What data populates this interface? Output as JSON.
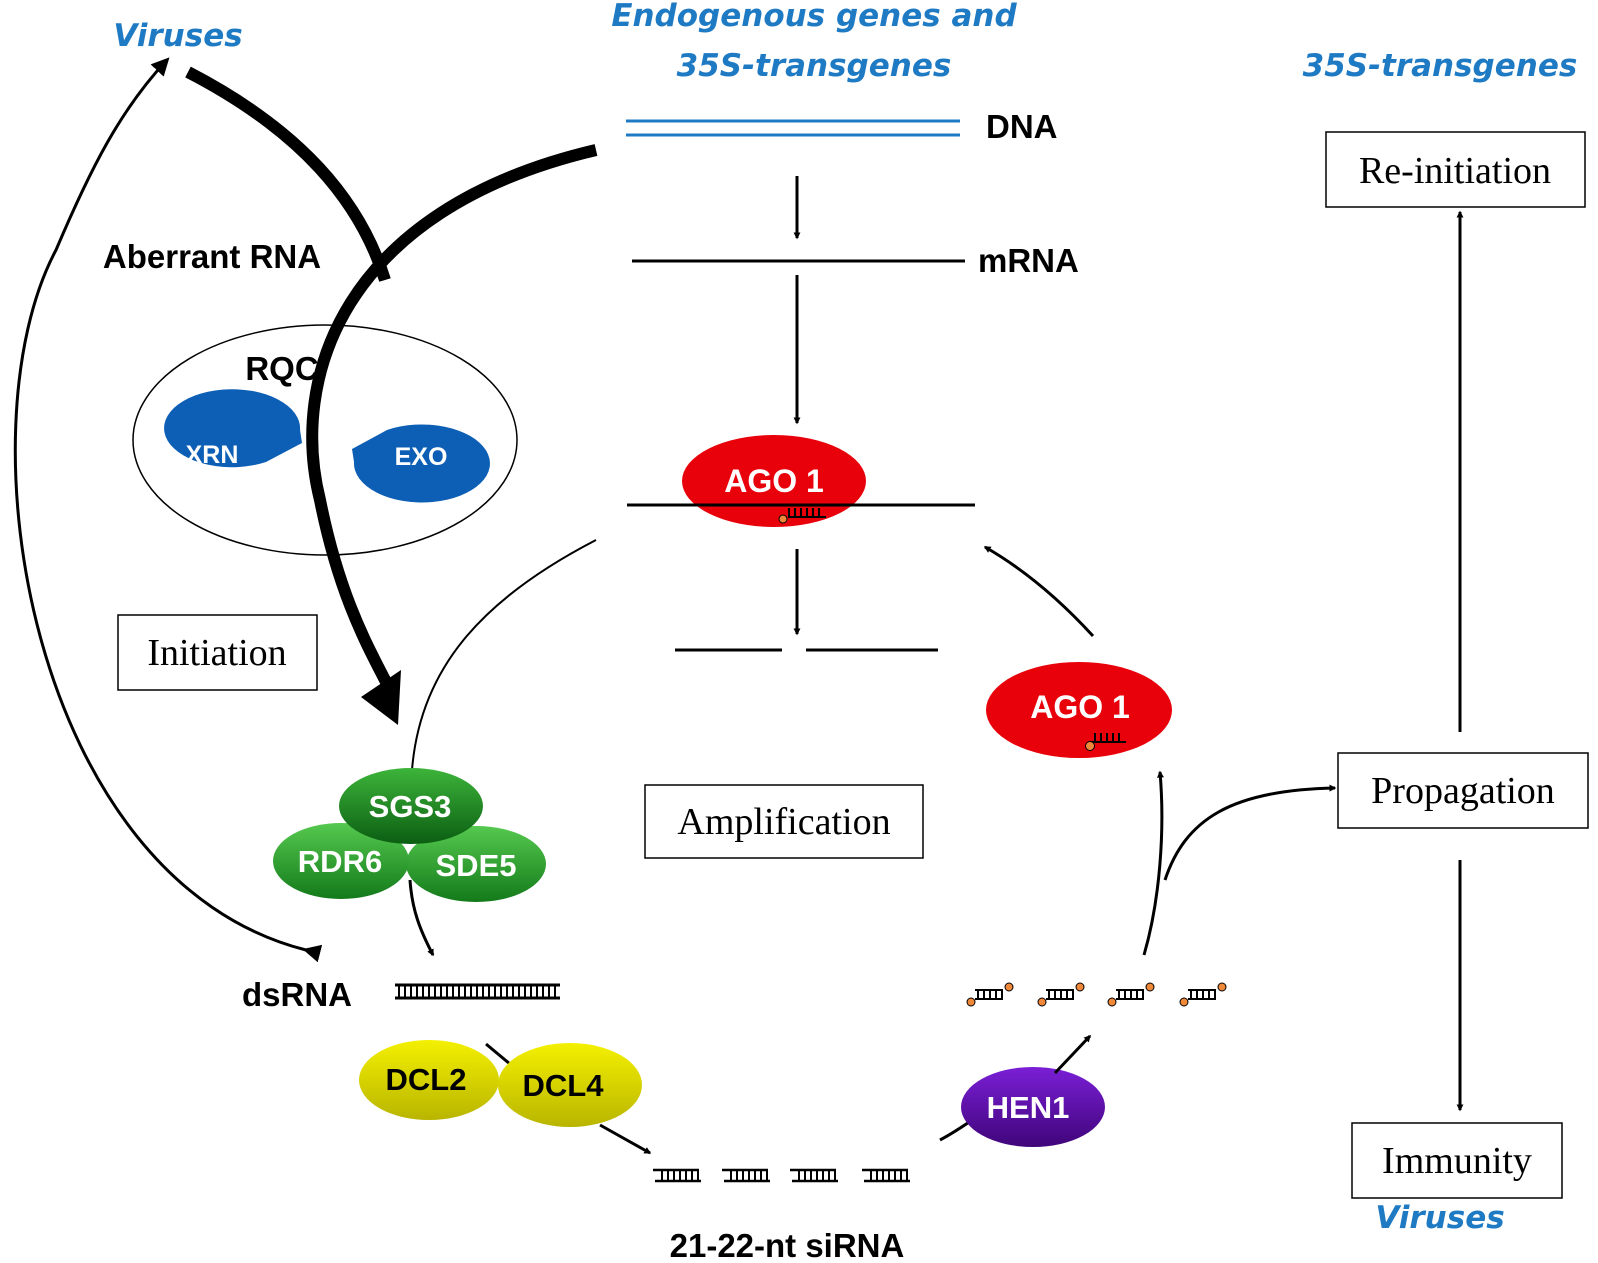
{
  "sources": {
    "viruses_top": "Viruses",
    "endogenous_line1": "Endogenous genes and",
    "endogenous_line2": "35S-transgenes",
    "transgenes_right": "35S-transgenes",
    "viruses_bottom": "Viruses"
  },
  "molecules": {
    "dna": "DNA",
    "mrna": "mRNA",
    "aberrant_rna": "Aberrant RNA",
    "dsrna": "dsRNA",
    "sirna": "21-22-nt siRNA"
  },
  "complex": {
    "rqc": "RQC",
    "xrn": "XRN",
    "exo": "EXO"
  },
  "proteins": {
    "ago1_top": "AGO 1",
    "ago1_right": "AGO 1",
    "sgs3": "SGS3",
    "rdr6": "RDR6",
    "sde5": "SDE5",
    "dcl2": "DCL2",
    "dcl4": "DCL4",
    "hen1": "HEN1"
  },
  "stages": {
    "initiation": "Initiation",
    "amplification": "Amplification",
    "propagation": "Propagation",
    "reinitiation": "Re-initiation",
    "immunity": "Immunity"
  },
  "colors": {
    "label_blue": "#1f7ac4",
    "ago_red": "#e8000b",
    "green_dark": "#0a6b14",
    "green_light": "#2f9a2c",
    "yellow": "#e0dc00",
    "purple": "#5c0aa8",
    "xrn_blue": "#0d5fb5",
    "dot_orange": "#f0883a"
  }
}
